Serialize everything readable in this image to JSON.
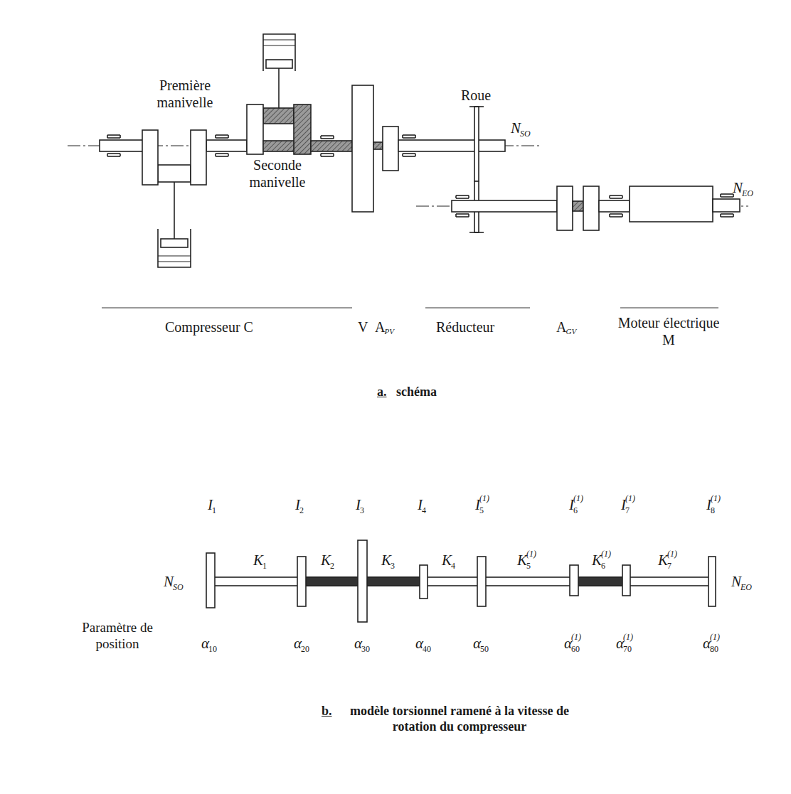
{
  "diagram": {
    "labels": [
      "Première manivelle",
      "Seconde manivelle",
      "Roue",
      "N",
      "SO",
      "N",
      "EO",
      "Compresseur C",
      "V",
      "A",
      "PV",
      "Réducteur",
      "A",
      "GV",
      "Moteur électrique M",
      "a.",
      "schéma",
      "I",
      "1",
      "I",
      "2",
      "I",
      "3",
      "I",
      "4",
      "I",
      "5",
      "(1)",
      "I",
      "6",
      "(1)",
      "I",
      "7",
      "(1)",
      "I",
      "8",
      "(1)",
      "K",
      "1",
      "K",
      "2",
      "K",
      "3",
      "K",
      "4",
      "K",
      "5",
      "(1)",
      "K",
      "6",
      "(1)",
      "K",
      "7",
      "(1)",
      "N",
      "SO",
      "N",
      "EO",
      "Paramètre de position",
      "α",
      "10",
      "α",
      "20",
      "α",
      "30",
      "α",
      "40",
      "α",
      "50",
      "α",
      "60",
      "(1)",
      "α",
      "70",
      "(1)",
      "α",
      "80",
      "(1)",
      "b.",
      "modèle torsionnel ramené à la vitesse de rotation du compresseur"
    ]
  }
}
